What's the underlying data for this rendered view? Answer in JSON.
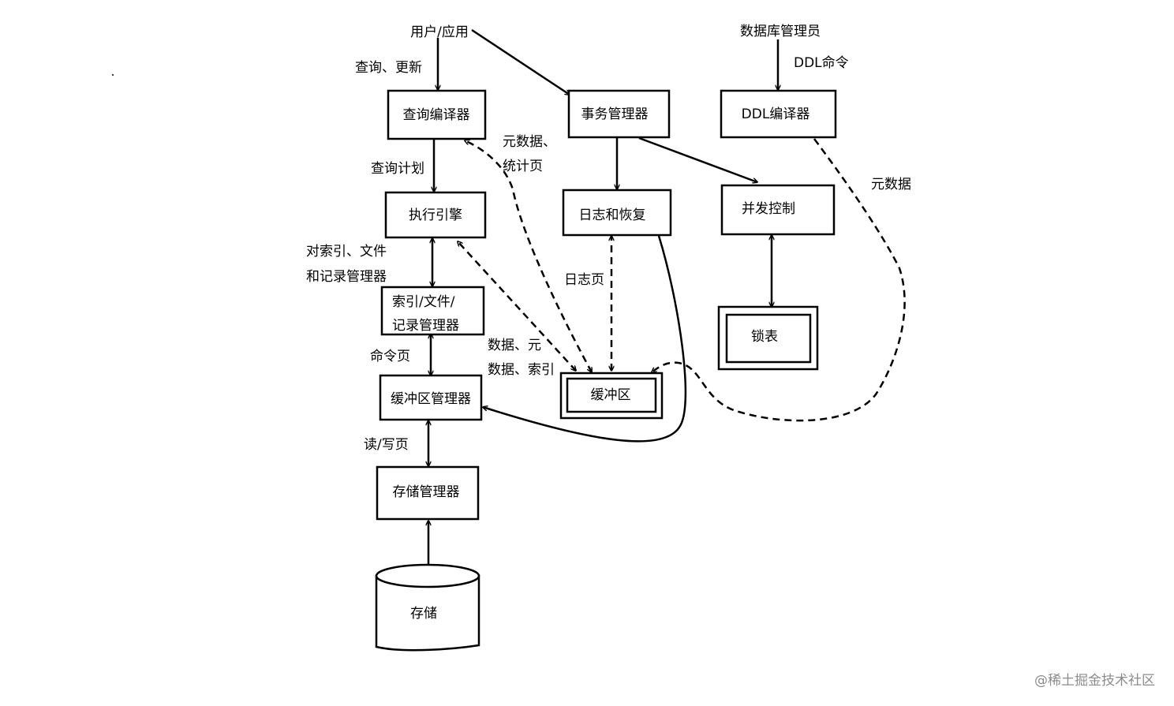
{
  "nodes": {
    "user_app": "用户/应用",
    "dba": "数据库管理员",
    "query_compiler": "查询编译器",
    "txn_manager": "事务管理器",
    "ddl_compiler": "DDL编译器",
    "exec_engine": "执行引擎",
    "log_recovery": "日志和恢复",
    "concurrency": "并发控制",
    "index_file_mgr_1": "索引/文件/",
    "index_file_mgr_2": "记录管理器",
    "lock_table": "锁表",
    "buffer_manager": "缓冲区管理器",
    "buffer": "缓冲区",
    "storage_manager": "存储管理器",
    "storage": "存储"
  },
  "edge_labels": {
    "query_update": "查询、更新",
    "ddl_cmd": "DDL命令",
    "query_plan": "查询计划",
    "metadata_stats_1": "元数据、",
    "metadata_stats_2": "统计页",
    "metadata": "元数据",
    "index_file_record_1": "对索引、文件",
    "index_file_record_2": "和记录管理器",
    "log_page": "日志页",
    "command_page": "命令页",
    "data_meta_index_1": "数据、元",
    "data_meta_index_2": "数据、索引",
    "read_write_page": "读/写页"
  },
  "watermark": "@稀土掘金技术社区"
}
